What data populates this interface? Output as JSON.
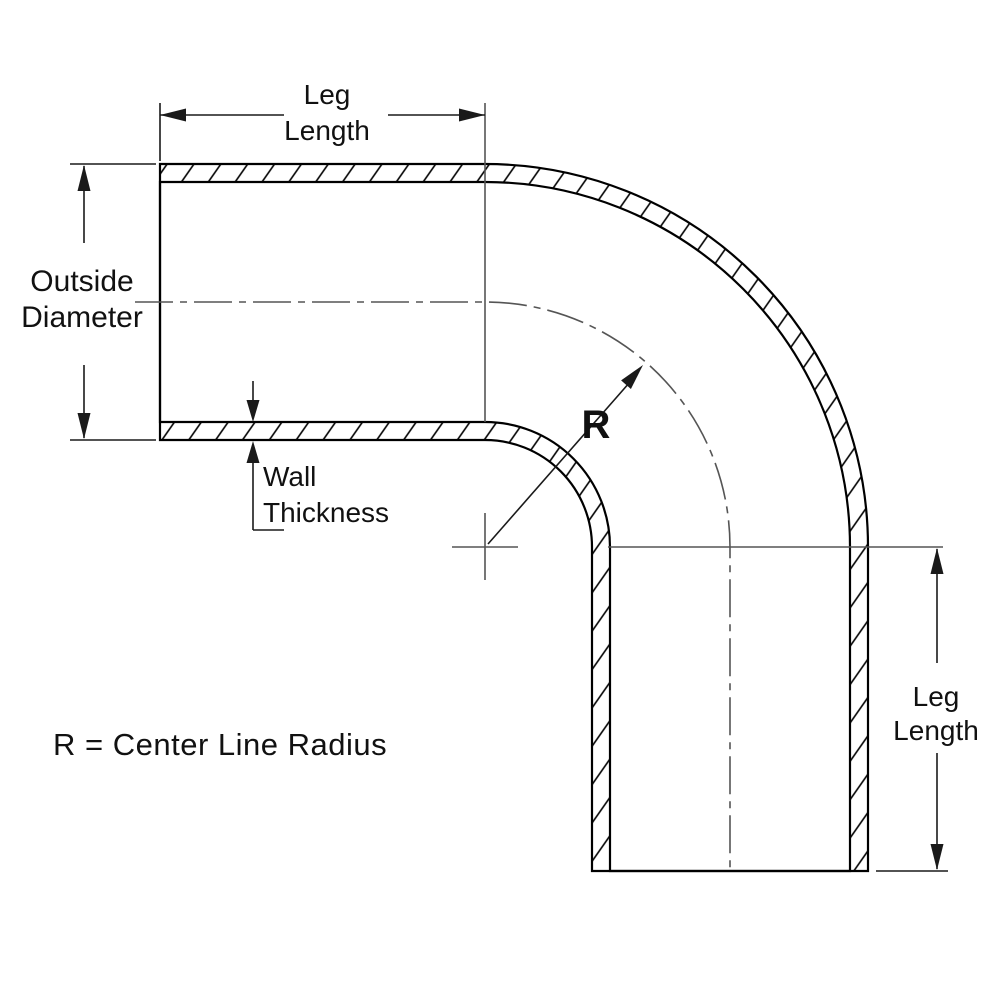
{
  "diagram": {
    "labels": {
      "leg_length_top": {
        "line1": "Leg",
        "line2": "Length"
      },
      "leg_length_right": {
        "line1": "Leg",
        "line2": "Length"
      },
      "outside_diameter": {
        "line1": "Outside",
        "line2": "Diameter"
      },
      "wall_thickness": {
        "line1": "Wall",
        "line2": "Thickness"
      },
      "radius_label": "R",
      "legend": "R = Center Line Radius"
    },
    "colors": {
      "drawing": "#000000",
      "dimension": "#1a1a1a",
      "centerline": "#555555",
      "outside_diameter_text": "#e60000",
      "background": "#ffffff"
    }
  }
}
